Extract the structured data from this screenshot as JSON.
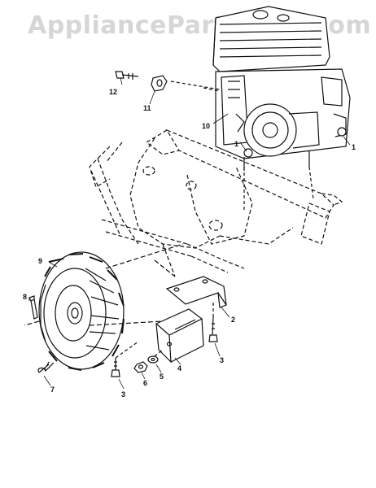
{
  "watermark": "AppliancePartsPros.com",
  "callouts": [
    {
      "id": "1a",
      "label": "1"
    },
    {
      "id": "1b",
      "label": "1"
    },
    {
      "id": "2",
      "label": "2"
    },
    {
      "id": "3a",
      "label": "3"
    },
    {
      "id": "3b",
      "label": "3"
    },
    {
      "id": "4",
      "label": "4"
    },
    {
      "id": "5",
      "label": "5"
    },
    {
      "id": "6",
      "label": "6"
    },
    {
      "id": "7",
      "label": "7"
    },
    {
      "id": "8",
      "label": "8"
    },
    {
      "id": "9",
      "label": "9"
    },
    {
      "id": "10",
      "label": "10"
    },
    {
      "id": "11",
      "label": "11"
    },
    {
      "id": "12",
      "label": "12"
    }
  ]
}
